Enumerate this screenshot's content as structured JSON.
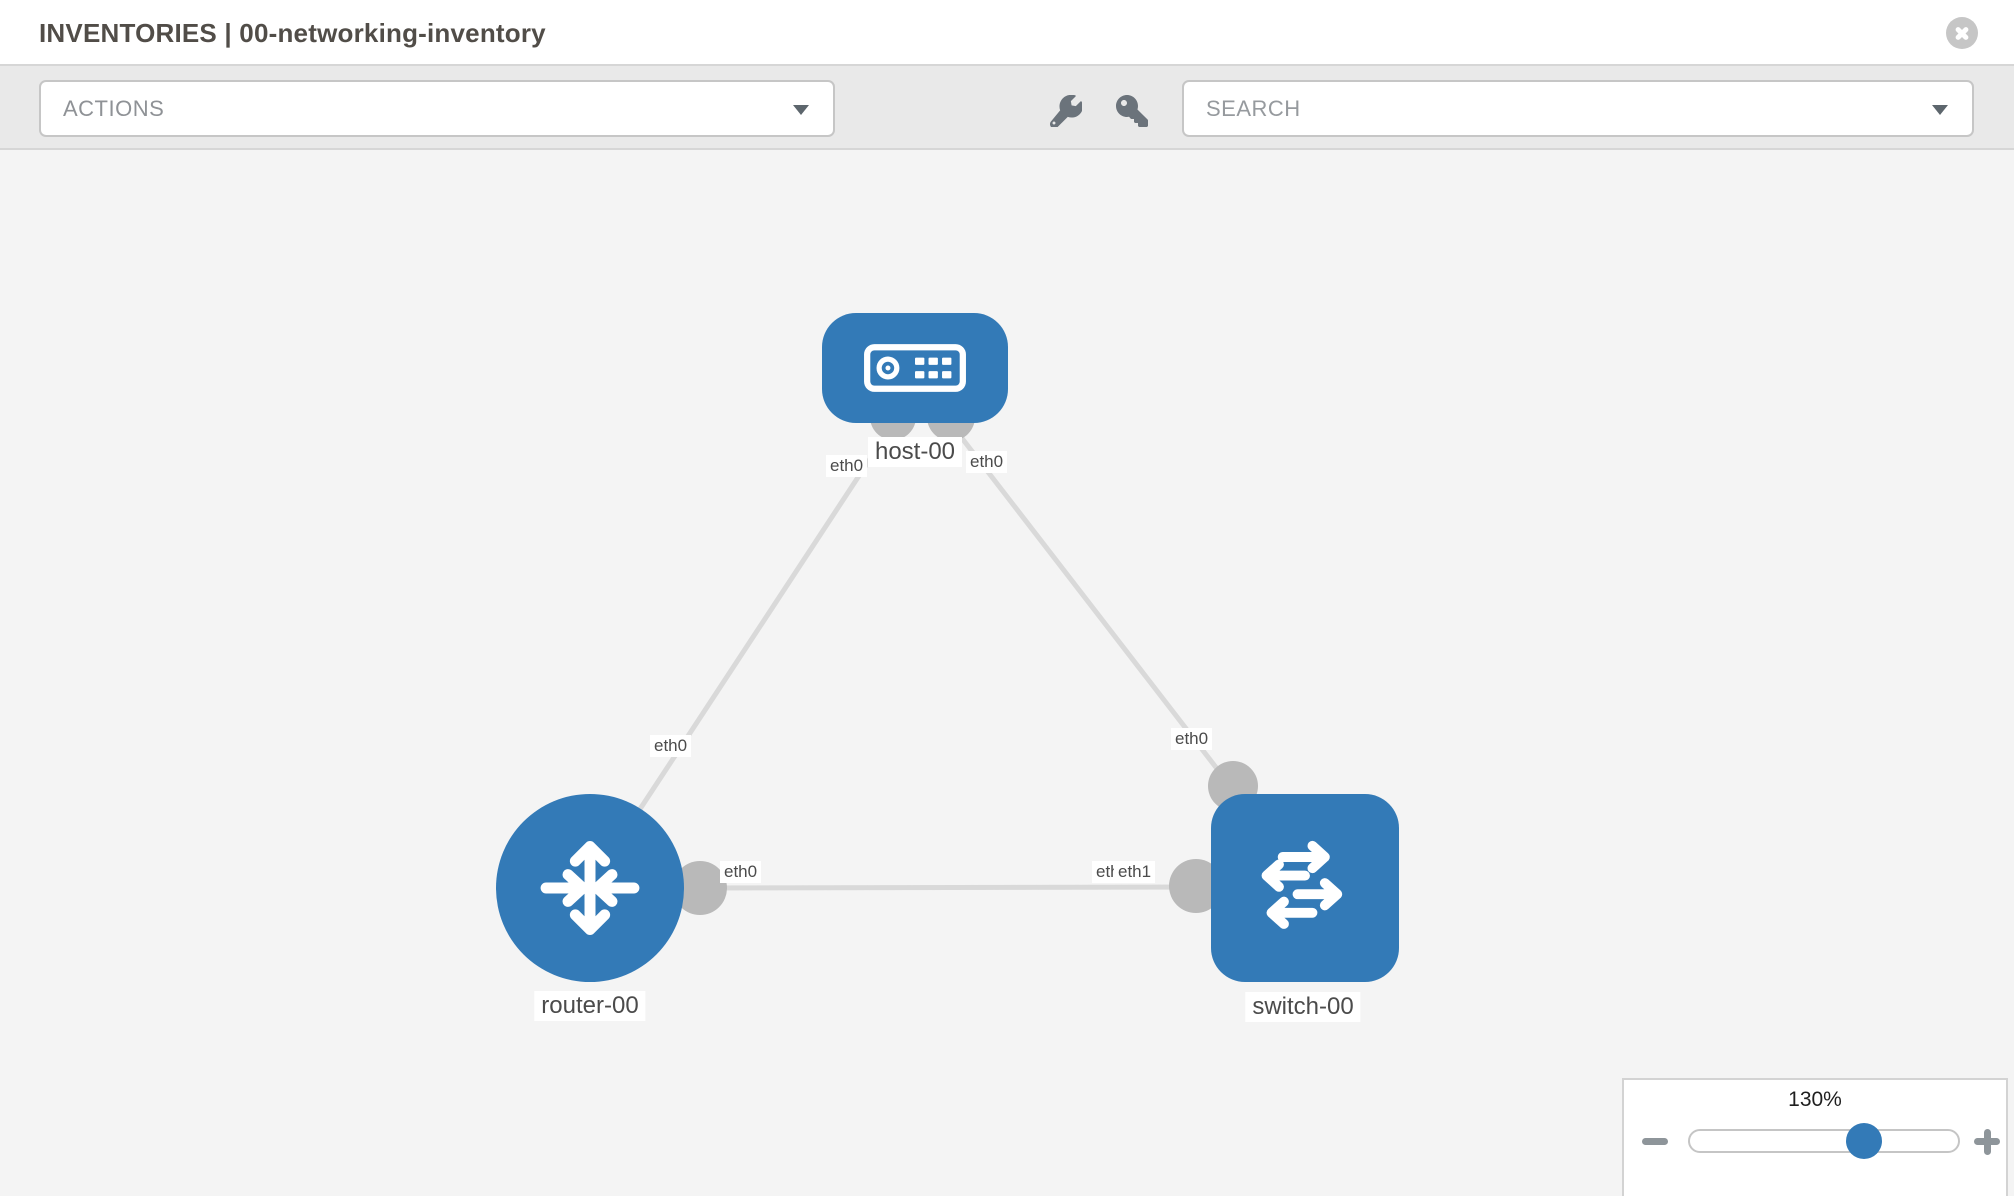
{
  "header": {
    "title": "INVENTORIES | 00-networking-inventory"
  },
  "toolbar": {
    "actions_label": "ACTIONS",
    "search_placeholder": "SEARCH"
  },
  "canvas": {
    "nodes": [
      {
        "id": "host-00",
        "type": "host",
        "label": "host-00"
      },
      {
        "id": "router-00",
        "type": "router",
        "label": "router-00"
      },
      {
        "id": "switch-00",
        "type": "switch",
        "label": "switch-00"
      }
    ],
    "links": [
      {
        "from": "host-00",
        "to": "router-00",
        "from_port": "eth0",
        "to_port": "eth0"
      },
      {
        "from": "host-00",
        "to": "switch-00",
        "from_port": "eth0",
        "to_port": "eth0"
      },
      {
        "from": "router-00",
        "to": "switch-00",
        "from_port": "eth0",
        "to_port": "eth1"
      }
    ]
  },
  "zoom_control": {
    "value": "130%"
  },
  "colors": {
    "accent_blue": "#337ab7",
    "link_gray": "#d9d9d9",
    "endpoint_gray": "#b9b9b9"
  }
}
